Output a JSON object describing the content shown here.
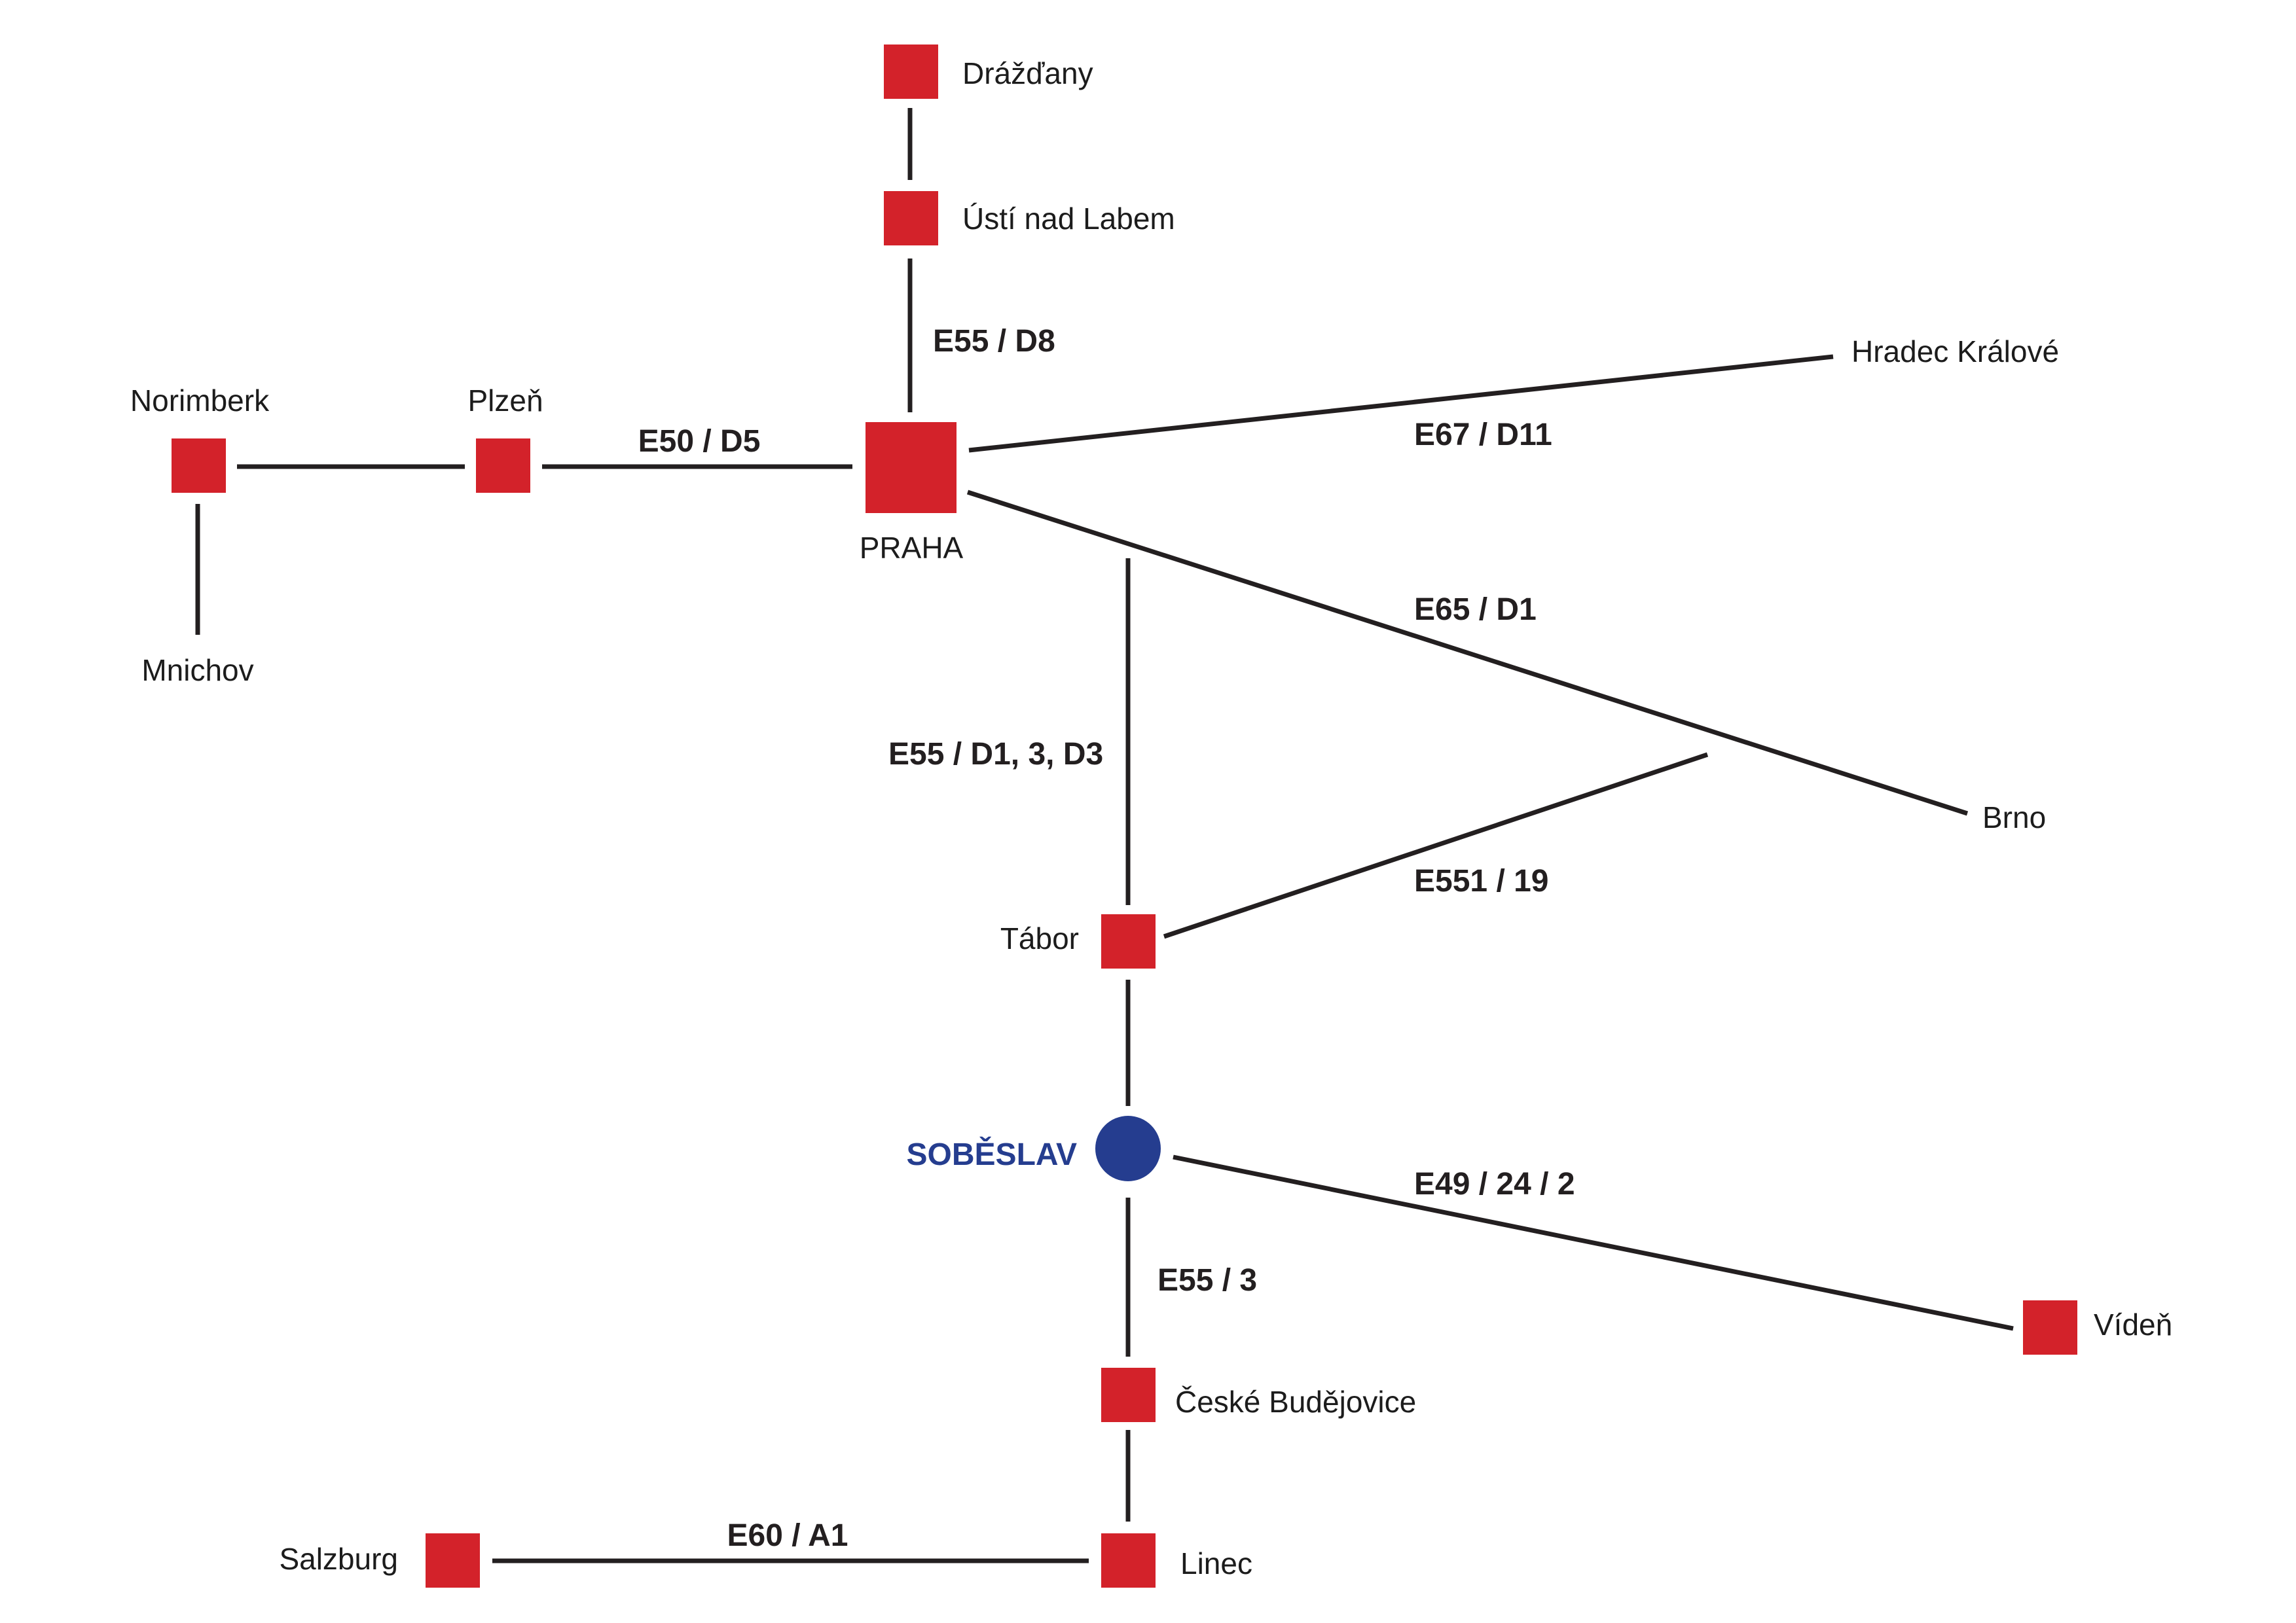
{
  "colors": {
    "node": "#d3222a",
    "home": "#253d8f",
    "road": "#231f20",
    "home_label": "#253d8f"
  },
  "cities": {
    "drazdany": "Drážďany",
    "usti": "Ústí nad Labem",
    "hradec": "Hradec Králové",
    "norimberk": "Norimberk",
    "plzen": "Plzeň",
    "praha": "PRAHA",
    "mnichov": "Mnichov",
    "brno": "Brno",
    "tabor": "Tábor",
    "soberslav": "SOBĚSLAV",
    "viden": "Vídeň",
    "budejovice": "České Budějovice",
    "salzburg": "Salzburg",
    "linec": "Linec"
  },
  "roads": {
    "e55_d8": "E55 / D8",
    "e50_d5": "E50 / D5",
    "e67_d11": "E67 / D11",
    "e65_d1": "E65 / D1",
    "e55_d1_3_d3": "E55 / D1, 3, D3",
    "e551_19": "E551 / 19",
    "e49_24_2": "E49 / 24 / 2",
    "e55_3": "E55 / 3",
    "e60_a1": "E60 / A1"
  }
}
